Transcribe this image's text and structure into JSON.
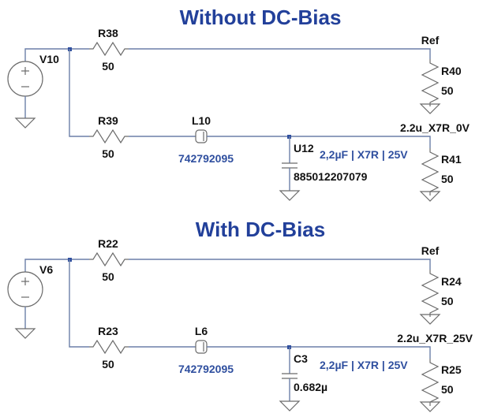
{
  "circuits": [
    {
      "title": "Without DC-Bias",
      "source": {
        "name": "V10"
      },
      "r_top": {
        "name": "R38",
        "value": "50"
      },
      "r_bottom": {
        "name": "R39",
        "value": "50"
      },
      "inductor": {
        "name": "L10",
        "part": "742792095"
      },
      "capacitor": {
        "name": "U12",
        "value": "885012207079",
        "spec": "2,2µF | X7R | 25V"
      },
      "load_ref": {
        "net": "Ref",
        "name": "R40",
        "value": "50"
      },
      "load_cap": {
        "net": "2.2u_X7R_0V",
        "name": "R41",
        "value": "50"
      }
    },
    {
      "title": "With DC-Bias",
      "source": {
        "name": "V6"
      },
      "r_top": {
        "name": "R22",
        "value": "50"
      },
      "r_bottom": {
        "name": "R23",
        "value": "50"
      },
      "inductor": {
        "name": "L6",
        "part": "742792095"
      },
      "capacitor": {
        "name": "C3",
        "value": "0.682µ",
        "spec": "2,2µF | X7R | 25V"
      },
      "load_ref": {
        "net": "Ref",
        "name": "R24",
        "value": "50"
      },
      "load_cap": {
        "net": "2.2u_X7R_25V",
        "name": "R25",
        "value": "50"
      }
    }
  ]
}
